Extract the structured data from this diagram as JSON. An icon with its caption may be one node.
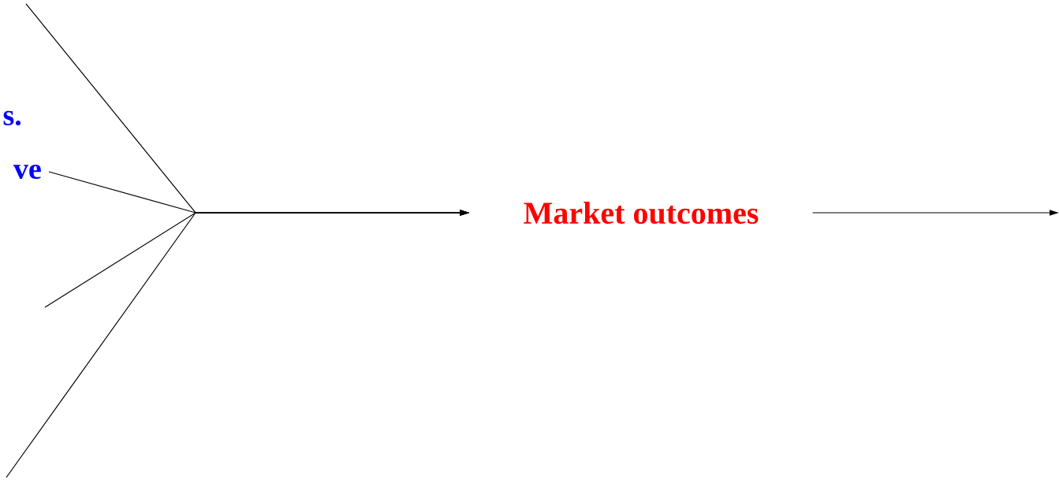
{
  "diagram": {
    "nodes": [
      {
        "text": [
          "ve"
        ]
      },
      {
        "text": [
          "Market outcomes"
        ]
      }
    ],
    "edges": [
      {
        "from": null,
        "to": 1,
        "arrow": "to"
      },
      {
        "from": 0,
        "to": 1,
        "arrow": "to"
      },
      {
        "from": null,
        "to": 1,
        "arrow": "to"
      },
      {
        "from": null,
        "to": 1,
        "arrow": "to"
      },
      {
        "from": 1,
        "to": null,
        "arrow": "to"
      }
    ],
    "labels": [
      "s."
    ]
  }
}
